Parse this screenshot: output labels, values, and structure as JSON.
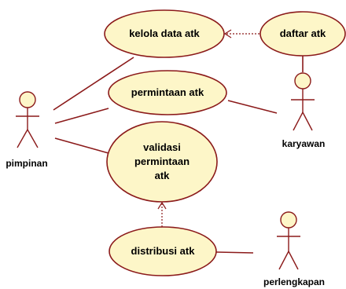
{
  "colors": {
    "line": "#8b1a1a",
    "usecase_fill": "#fdf6c8",
    "actor_fill": "#fdf6c8",
    "text": "#000000"
  },
  "actors": {
    "pimpinan": {
      "name": "pimpinan"
    },
    "karyawan": {
      "name": "karyawan"
    },
    "perlengkapan": {
      "name": "perlengkapan"
    }
  },
  "use_cases": {
    "kelola": {
      "label": "kelola data atk"
    },
    "daftar": {
      "label": "daftar atk"
    },
    "permintaan": {
      "label": "permintaan atk"
    },
    "validasi": {
      "lines": [
        "validasi",
        "permintaan",
        "atk"
      ]
    },
    "distribusi": {
      "label": "distribusi atk"
    }
  },
  "dependencies": [
    {
      "from": "daftar atk",
      "to": "kelola data atk",
      "style": "dotted-arrow"
    },
    {
      "from": "distribusi atk",
      "to": "validasi permintaan atk",
      "style": "dotted-arrow"
    }
  ]
}
